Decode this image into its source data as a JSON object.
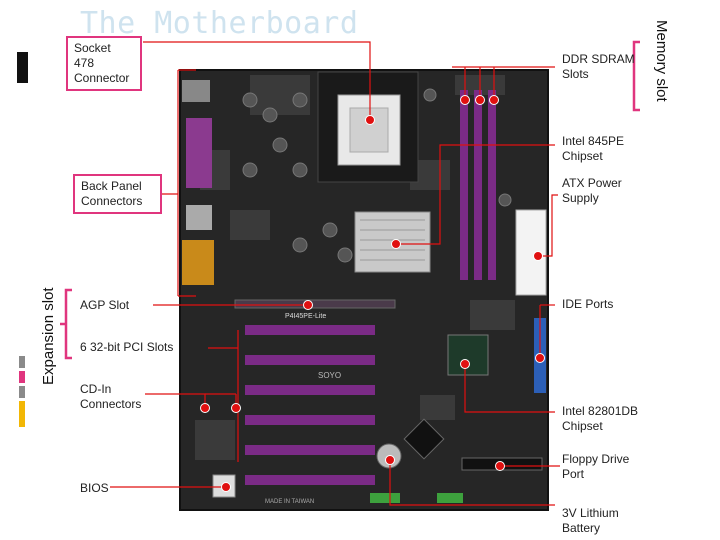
{
  "slide": {
    "title": "The Motherboard",
    "side_label_right": "Memory slot",
    "side_label_left": "Expansion slot"
  },
  "labels": {
    "socket": "Socket 478 Connector",
    "back_panel": "Back Panel Connectors",
    "agp": "AGP Slot",
    "pci": "6 32-bit PCI Slots",
    "cd_in": "CD-In Connectors",
    "bios": "BIOS",
    "ddr": "DDR SDRAM Slots",
    "intel845": "Intel 845PE Chipset",
    "atx": "ATX Power Supply",
    "ide": "IDE Ports",
    "intel82801": "Intel 82801DB Chipset",
    "floppy": "Floppy Drive Port",
    "battery": "3V Lithium Battery"
  },
  "board_text": {
    "model": "P4I45PE-Lite",
    "brand": "SOYO",
    "mfr": "MADE IN TAIWAN"
  },
  "colors": {
    "highlight": "#e0357e",
    "pointer": "#e01010",
    "board": "#2a2a2a",
    "slot_purple": "#7b2b86",
    "title": "#cfe3ef"
  }
}
